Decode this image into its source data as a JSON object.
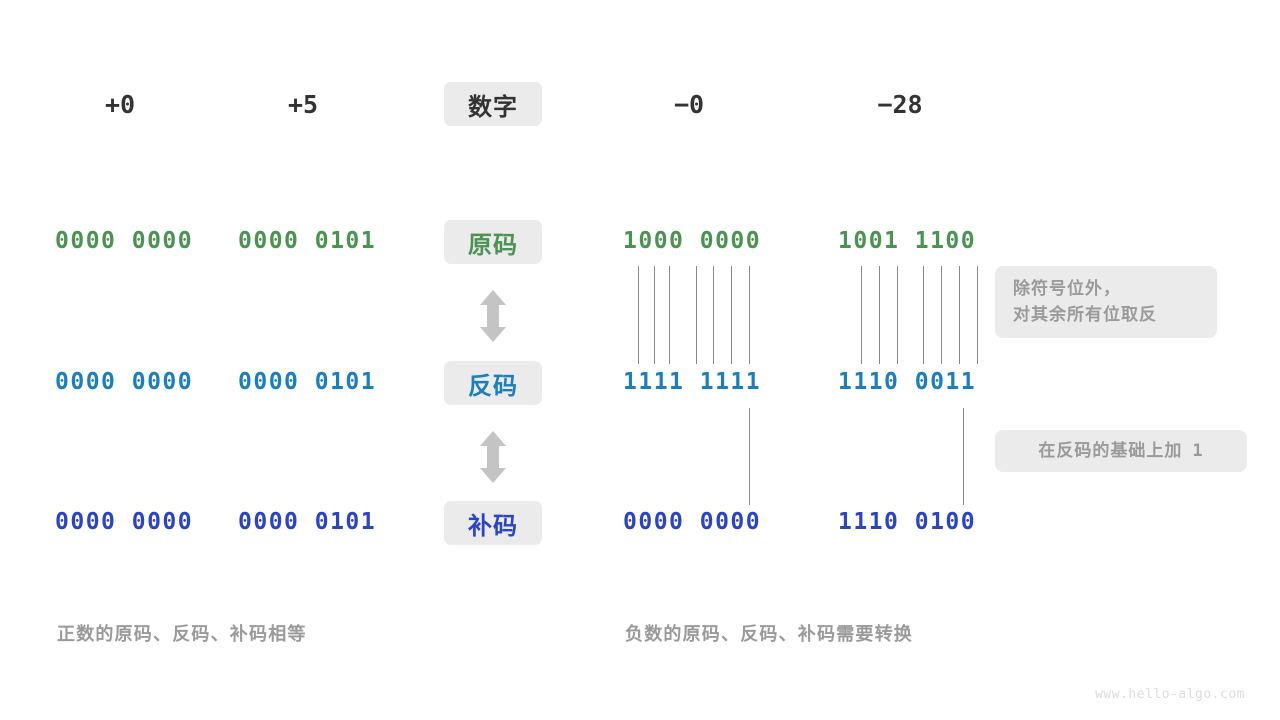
{
  "watermark": "www.hello-algo.com",
  "row_labels": [
    {
      "key": "number",
      "text": "数字",
      "color": "#333333"
    },
    {
      "key": "true_form",
      "text": "原码",
      "color": "#4a9350"
    },
    {
      "key": "ones_comp",
      "text": "反码",
      "color": "#1a7fc1"
    },
    {
      "key": "twos_comp",
      "text": "补码",
      "color": "#2b44c7"
    }
  ],
  "columns": {
    "pos_zero": {
      "number": "+0",
      "true_form": "0000 0000",
      "ones_comp": "0000 0000",
      "twos_comp": "0000 0000"
    },
    "pos_five": {
      "number": "+5",
      "true_form": "0000 0101",
      "ones_comp": "0000 0101",
      "twos_comp": "0000 0101"
    },
    "neg_zero": {
      "number": "−0",
      "true_form": "1000 0000",
      "ones_comp": "1111 1111",
      "twos_comp": "0000 0000"
    },
    "neg_28": {
      "number": "−28",
      "true_form": "1001 1100",
      "ones_comp": "1110 0011",
      "twos_comp": "1110 0100"
    }
  },
  "notes": {
    "invert": {
      "line1": "除符号位外，",
      "line2": "对其余所有位取反"
    },
    "add_one": {
      "prefix": "在反码的基础上加",
      "value": "1"
    }
  },
  "captions": {
    "positive": "正数的原码、反码、补码相等",
    "negative": "负数的原码、反码、补码需要转换"
  },
  "colors": {
    "true_form": "#4a9350",
    "ones_comp": "#1a7fc1",
    "twos_comp": "#2b44c7",
    "pill_bg": "#ebebeb",
    "muted": "#9a9a9a",
    "line": "#8a8a8a"
  }
}
